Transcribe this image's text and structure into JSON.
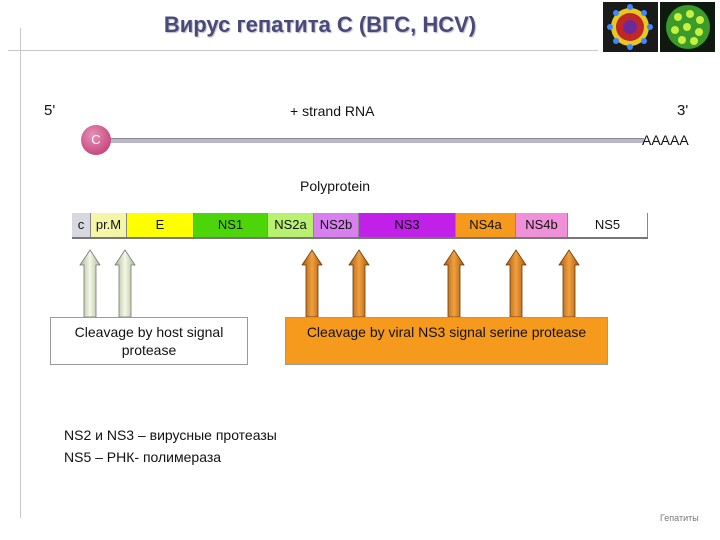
{
  "title": "Вирус гепатита С (ВГС, HCV)",
  "rna": {
    "five_prime": "5'",
    "three_prime": "3'",
    "label": "+ strand RNA",
    "cap": "C",
    "tail": "AAAAA"
  },
  "polyprotein": {
    "label": "Polyprotein",
    "segments": [
      {
        "name": "c",
        "color": "#d8d8e0"
      },
      {
        "name": "pr.M",
        "color": "#f5f5a8"
      },
      {
        "name": "E",
        "color": "#ffff00"
      },
      {
        "name": "NS1",
        "color": "#4cd60a"
      },
      {
        "name": "NS2a",
        "color": "#b8f070"
      },
      {
        "name": "NS2b",
        "color": "#d880f0"
      },
      {
        "name": "NS3",
        "color": "#c020e8"
      },
      {
        "name": "NS4a",
        "color": "#f59a1c"
      },
      {
        "name": "NS4b",
        "color": "#f090d8"
      },
      {
        "name": "NS5",
        "color": "#ffffff"
      }
    ]
  },
  "host_box": "Cleavage by host signal protease",
  "viral_box": "Cleavage by viral NS3 signal serine protease",
  "notes": [
    "NS2 и NS3 – вирусные протеазы",
    "NS5 – РНК- полимераза"
  ],
  "footer": "Гепатиты",
  "arrow_colors": {
    "host": "#c8d8a8",
    "viral": "#d8801a"
  }
}
